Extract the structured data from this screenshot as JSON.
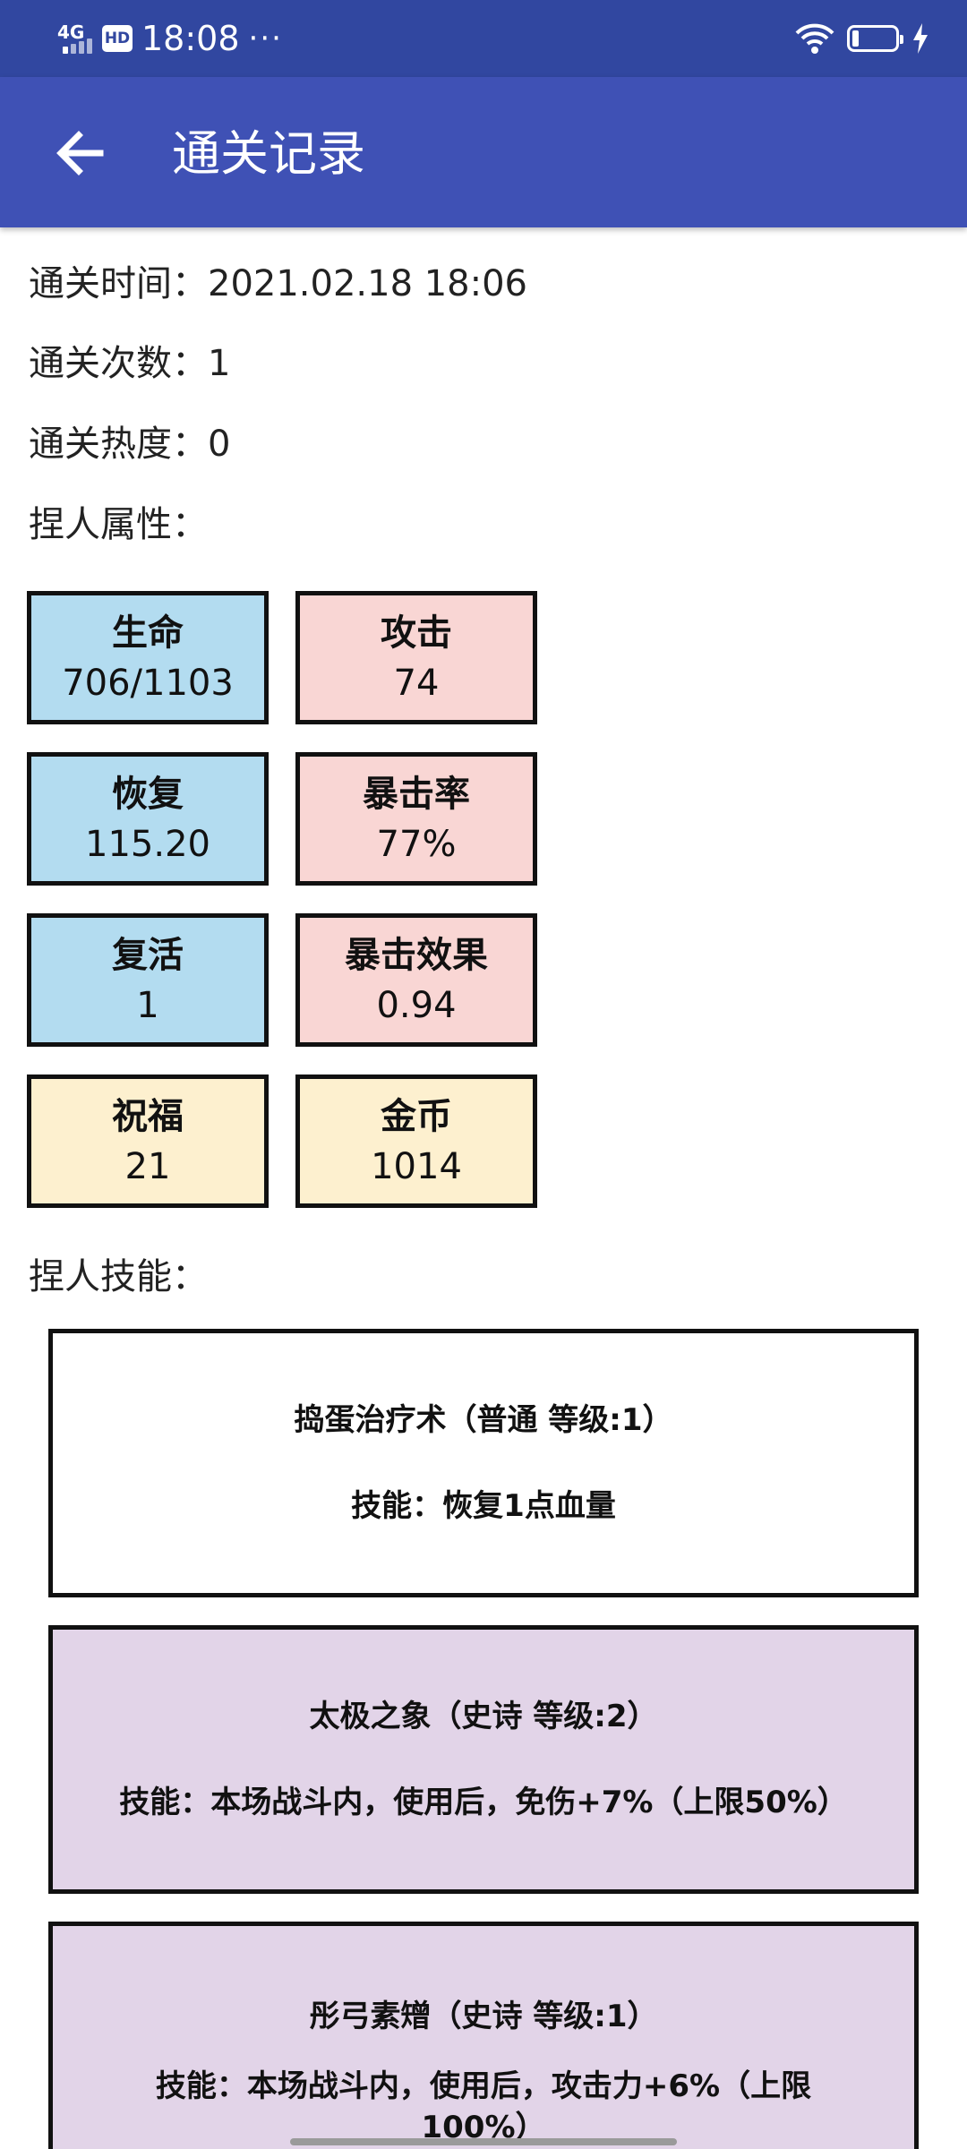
{
  "status_bar": {
    "network": "4G",
    "hd": "HD",
    "time": "18:08",
    "dots": "···",
    "icons": [
      "signal-icon",
      "wifi-icon",
      "battery-icon",
      "charging-icon"
    ]
  },
  "app_bar": {
    "title": "通关记录",
    "back_icon": "arrow-left-icon"
  },
  "info": {
    "time_line": "通关时间：2021.02.18 18:06",
    "count_line": "通关次数：1",
    "heat_line": "通关热度：0",
    "attr_header": "捏人属性：",
    "skill_header": "捏人技能："
  },
  "stats": [
    {
      "name": "生命",
      "value": "706/1103",
      "color": "#b3dcf0"
    },
    {
      "name": "攻击",
      "value": "74",
      "color": "#f9d6d4"
    },
    {
      "name": "恢复",
      "value": "115.20",
      "color": "#b3dcf0"
    },
    {
      "name": "暴击率",
      "value": "77%",
      "color": "#f9d6d4"
    },
    {
      "name": "复活",
      "value": "1",
      "color": "#b3dcf0"
    },
    {
      "name": "暴击效果",
      "value": "0.94",
      "color": "#f9d6d4"
    },
    {
      "name": "祝福",
      "value": "21",
      "color": "#fdf0cf"
    },
    {
      "name": "金币",
      "value": "1014",
      "color": "#fdf0cf"
    }
  ],
  "skills": [
    {
      "name": "捣蛋治疗术（普通 等级:1）",
      "desc": "技能：恢复1点血量",
      "color": "#ffffff"
    },
    {
      "name": "太极之象（史诗 等级:2）",
      "desc": "技能：本场战斗内，使用后，免伤+7%（上限50%）",
      "color": "#e2d4e8"
    },
    {
      "name": "彤弓素矰（史诗 等级:1）",
      "desc": "技能：本场战斗内，使用后，攻击力+6%（上限100%）",
      "color": "#e2d4e8"
    }
  ],
  "colors": {
    "status_bar": "#3147a0",
    "app_bar": "#3f51b5"
  }
}
